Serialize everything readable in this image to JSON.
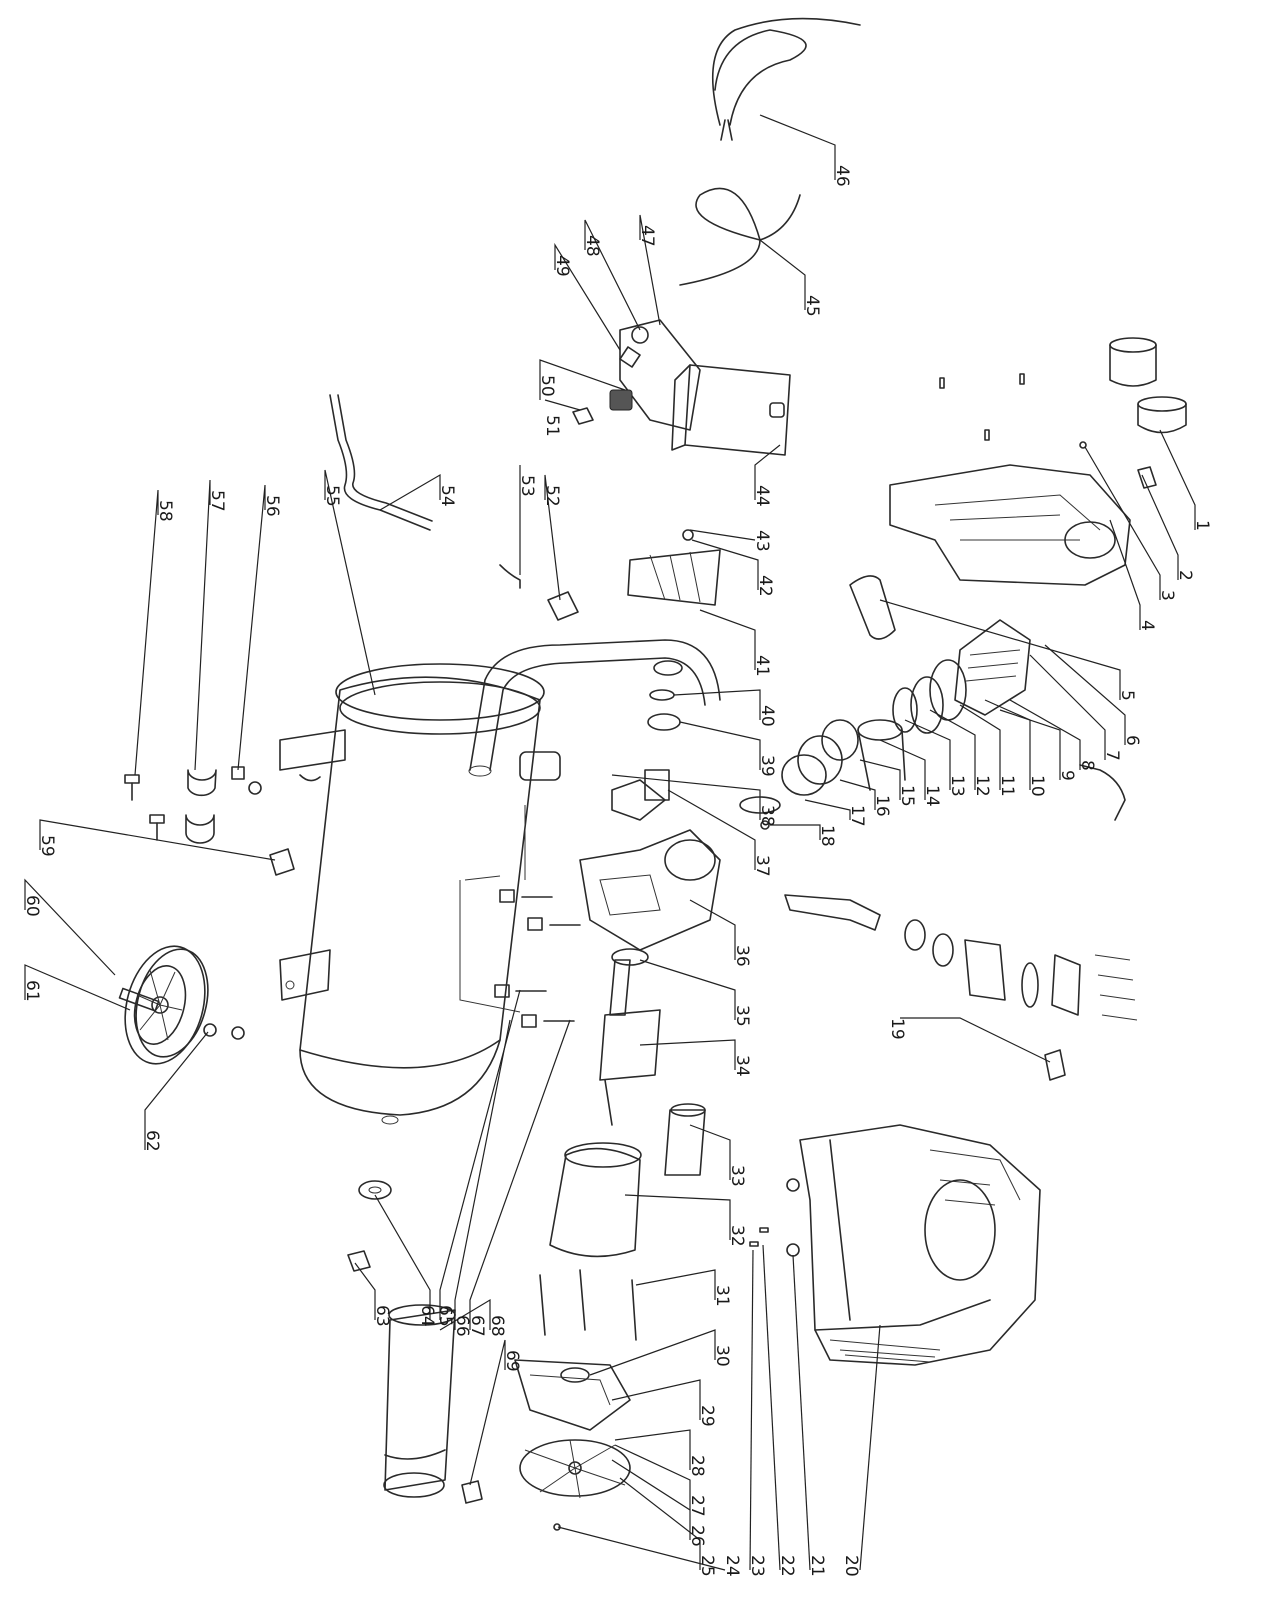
{
  "labels": [
    "1",
    "2",
    "3",
    "4",
    "5",
    "6",
    "7",
    "8",
    "9",
    "10",
    "11",
    "12",
    "13",
    "14",
    "15",
    "16",
    "17",
    "18",
    "19",
    "20",
    "21",
    "22",
    "23",
    "24",
    "25",
    "26",
    "27",
    "28",
    "29",
    "30",
    "31",
    "32",
    "33",
    "34",
    "35",
    "36",
    "37",
    "38",
    "39",
    "40",
    "41",
    "42",
    "43",
    "44",
    "45",
    "46",
    "47",
    "48",
    "49",
    "50",
    "51",
    "52",
    "53",
    "54",
    "55",
    "56",
    "57",
    "58",
    "59",
    "60",
    "61",
    "62",
    "63",
    "64",
    "65",
    "66",
    "67",
    "68",
    "69"
  ]
}
